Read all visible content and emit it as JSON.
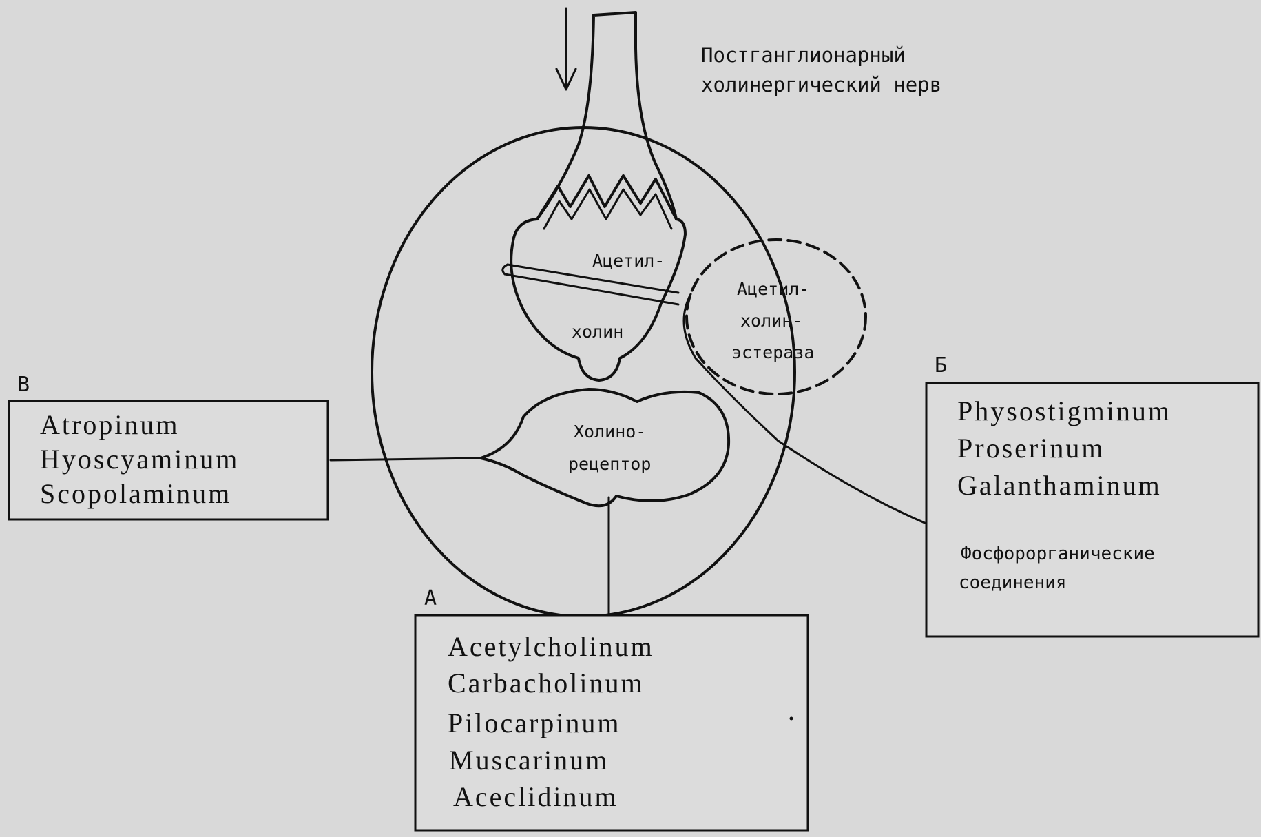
{
  "nerve_label": {
    "line1": "Постганглионарный",
    "line2": "холинергический нерв"
  },
  "center": {
    "acetylcholine_top": "Ацетил-",
    "acetylcholine_bottom": "холин",
    "esterase": [
      "Ацетил-",
      "холин-",
      "эстераза"
    ],
    "receptor": [
      "Холино-",
      "рецептор"
    ]
  },
  "box_v": {
    "letter": "В",
    "items": [
      "Atropinum",
      "Hyoscyaminum",
      "Scopolaminum"
    ]
  },
  "box_b": {
    "letter": "Б",
    "items": [
      "Physostigminum",
      "Proserinum",
      "Galanthaminum"
    ],
    "note": [
      "Фосфорорганические",
      "соединения"
    ]
  },
  "box_a": {
    "letter": "А",
    "items": [
      "Acetylcholinum",
      "Carbacholinum",
      "Pilocarpinum",
      "Muscarinum",
      "Aceclidinum"
    ]
  }
}
